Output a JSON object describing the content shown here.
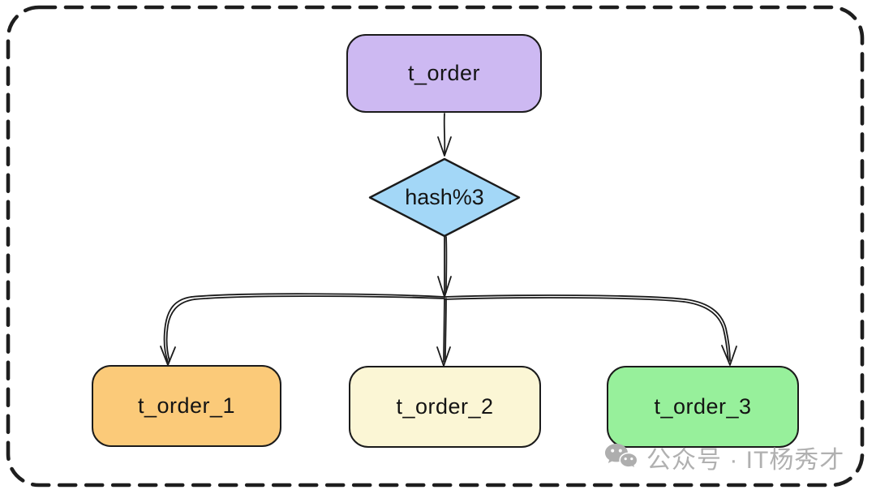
{
  "canvas": {
    "background": "#ffffff",
    "frame_color": "#1e1e1e",
    "wire_color": "#1b1b1b",
    "label_color": "#141414"
  },
  "nodes": {
    "t_order": {
      "label": "t_order",
      "fill": "#cdb9f2"
    },
    "hash": {
      "label": "hash%3",
      "fill": "#a3d7f7"
    },
    "t_order_1": {
      "label": "t_order_1",
      "fill": "#fbca79"
    },
    "t_order_2": {
      "label": "t_order_2",
      "fill": "#fbf6d5"
    },
    "t_order_3": {
      "label": "t_order_3",
      "fill": "#97f09b"
    }
  },
  "edges": [
    {
      "from": "t_order",
      "to": "hash"
    },
    {
      "from": "hash",
      "to": "t_order_1"
    },
    {
      "from": "hash",
      "to": "t_order_2"
    },
    {
      "from": "hash",
      "to": "t_order_3"
    }
  ],
  "watermark": {
    "text": "公众号 · IT杨秀才",
    "color": "#b0b0b0",
    "icon": "wechat-icon"
  }
}
